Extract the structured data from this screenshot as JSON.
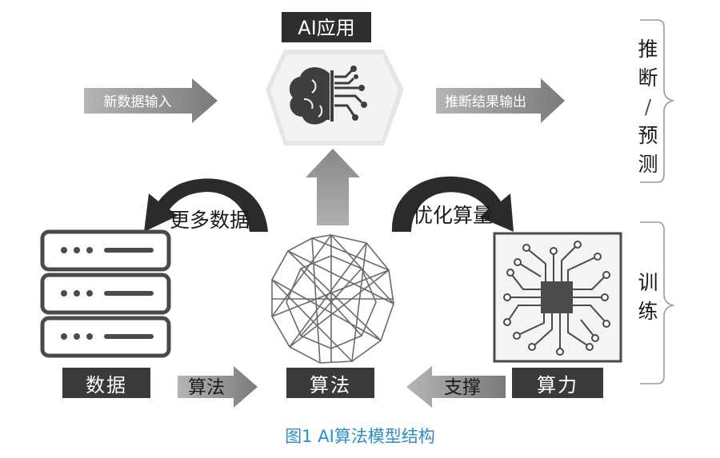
{
  "top": {
    "title": "AI应用",
    "input_label": "新数据输入",
    "output_label": "推断结果输出"
  },
  "loops": {
    "left_label": "更多数据",
    "right_label": "优化算量"
  },
  "bottom": {
    "data_label": "数据",
    "algo_label": "算法",
    "compute_label": "算力",
    "arrow_left_label": "算法",
    "arrow_right_label": "支撑"
  },
  "brackets": {
    "inference_chars": [
      "推",
      "断",
      "/",
      "预",
      "测"
    ],
    "training_chars": [
      "训",
      "练"
    ]
  },
  "caption": "图1 AI算法模型结构",
  "colors": {
    "dark_box": "#3a3a3a",
    "arrow_gray": "#8c8c8c",
    "caption_blue": "#2a8fc7"
  },
  "icons": {
    "app": "brain-circuit-icon",
    "data": "server-stack-icon",
    "algorithm": "geodesic-sphere-icon",
    "compute": "chip-circuit-icon"
  }
}
